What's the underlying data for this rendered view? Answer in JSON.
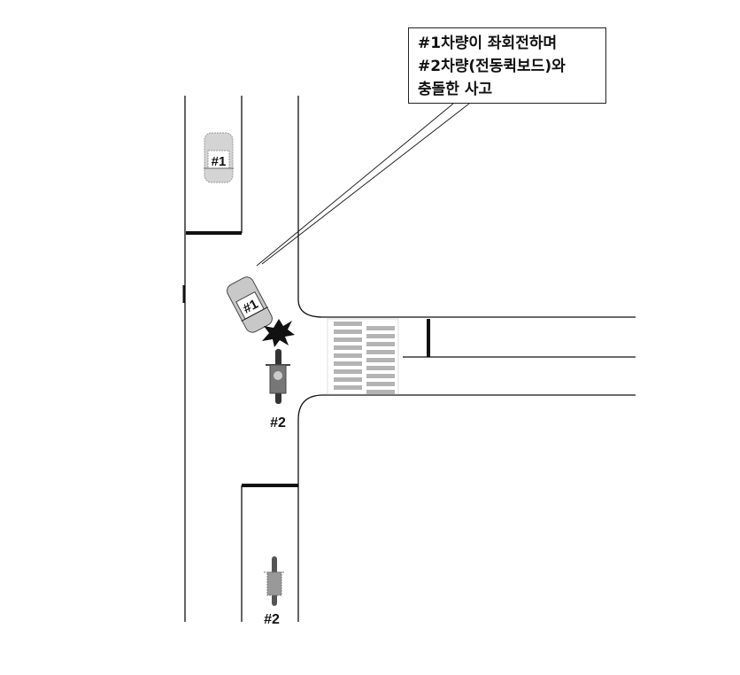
{
  "callout": {
    "lines": [
      "#1차량이 좌회전하며",
      "#2차량(전동퀵보드)와",
      "충돌한 사고"
    ]
  },
  "vehicles": {
    "v1_label": "#1",
    "v2_label": "#2"
  },
  "colors": {
    "road_line": "#111111",
    "car_fill": "#c8c8c8",
    "crosswalk": "#b4b4b4",
    "kickboard": "#666666"
  }
}
